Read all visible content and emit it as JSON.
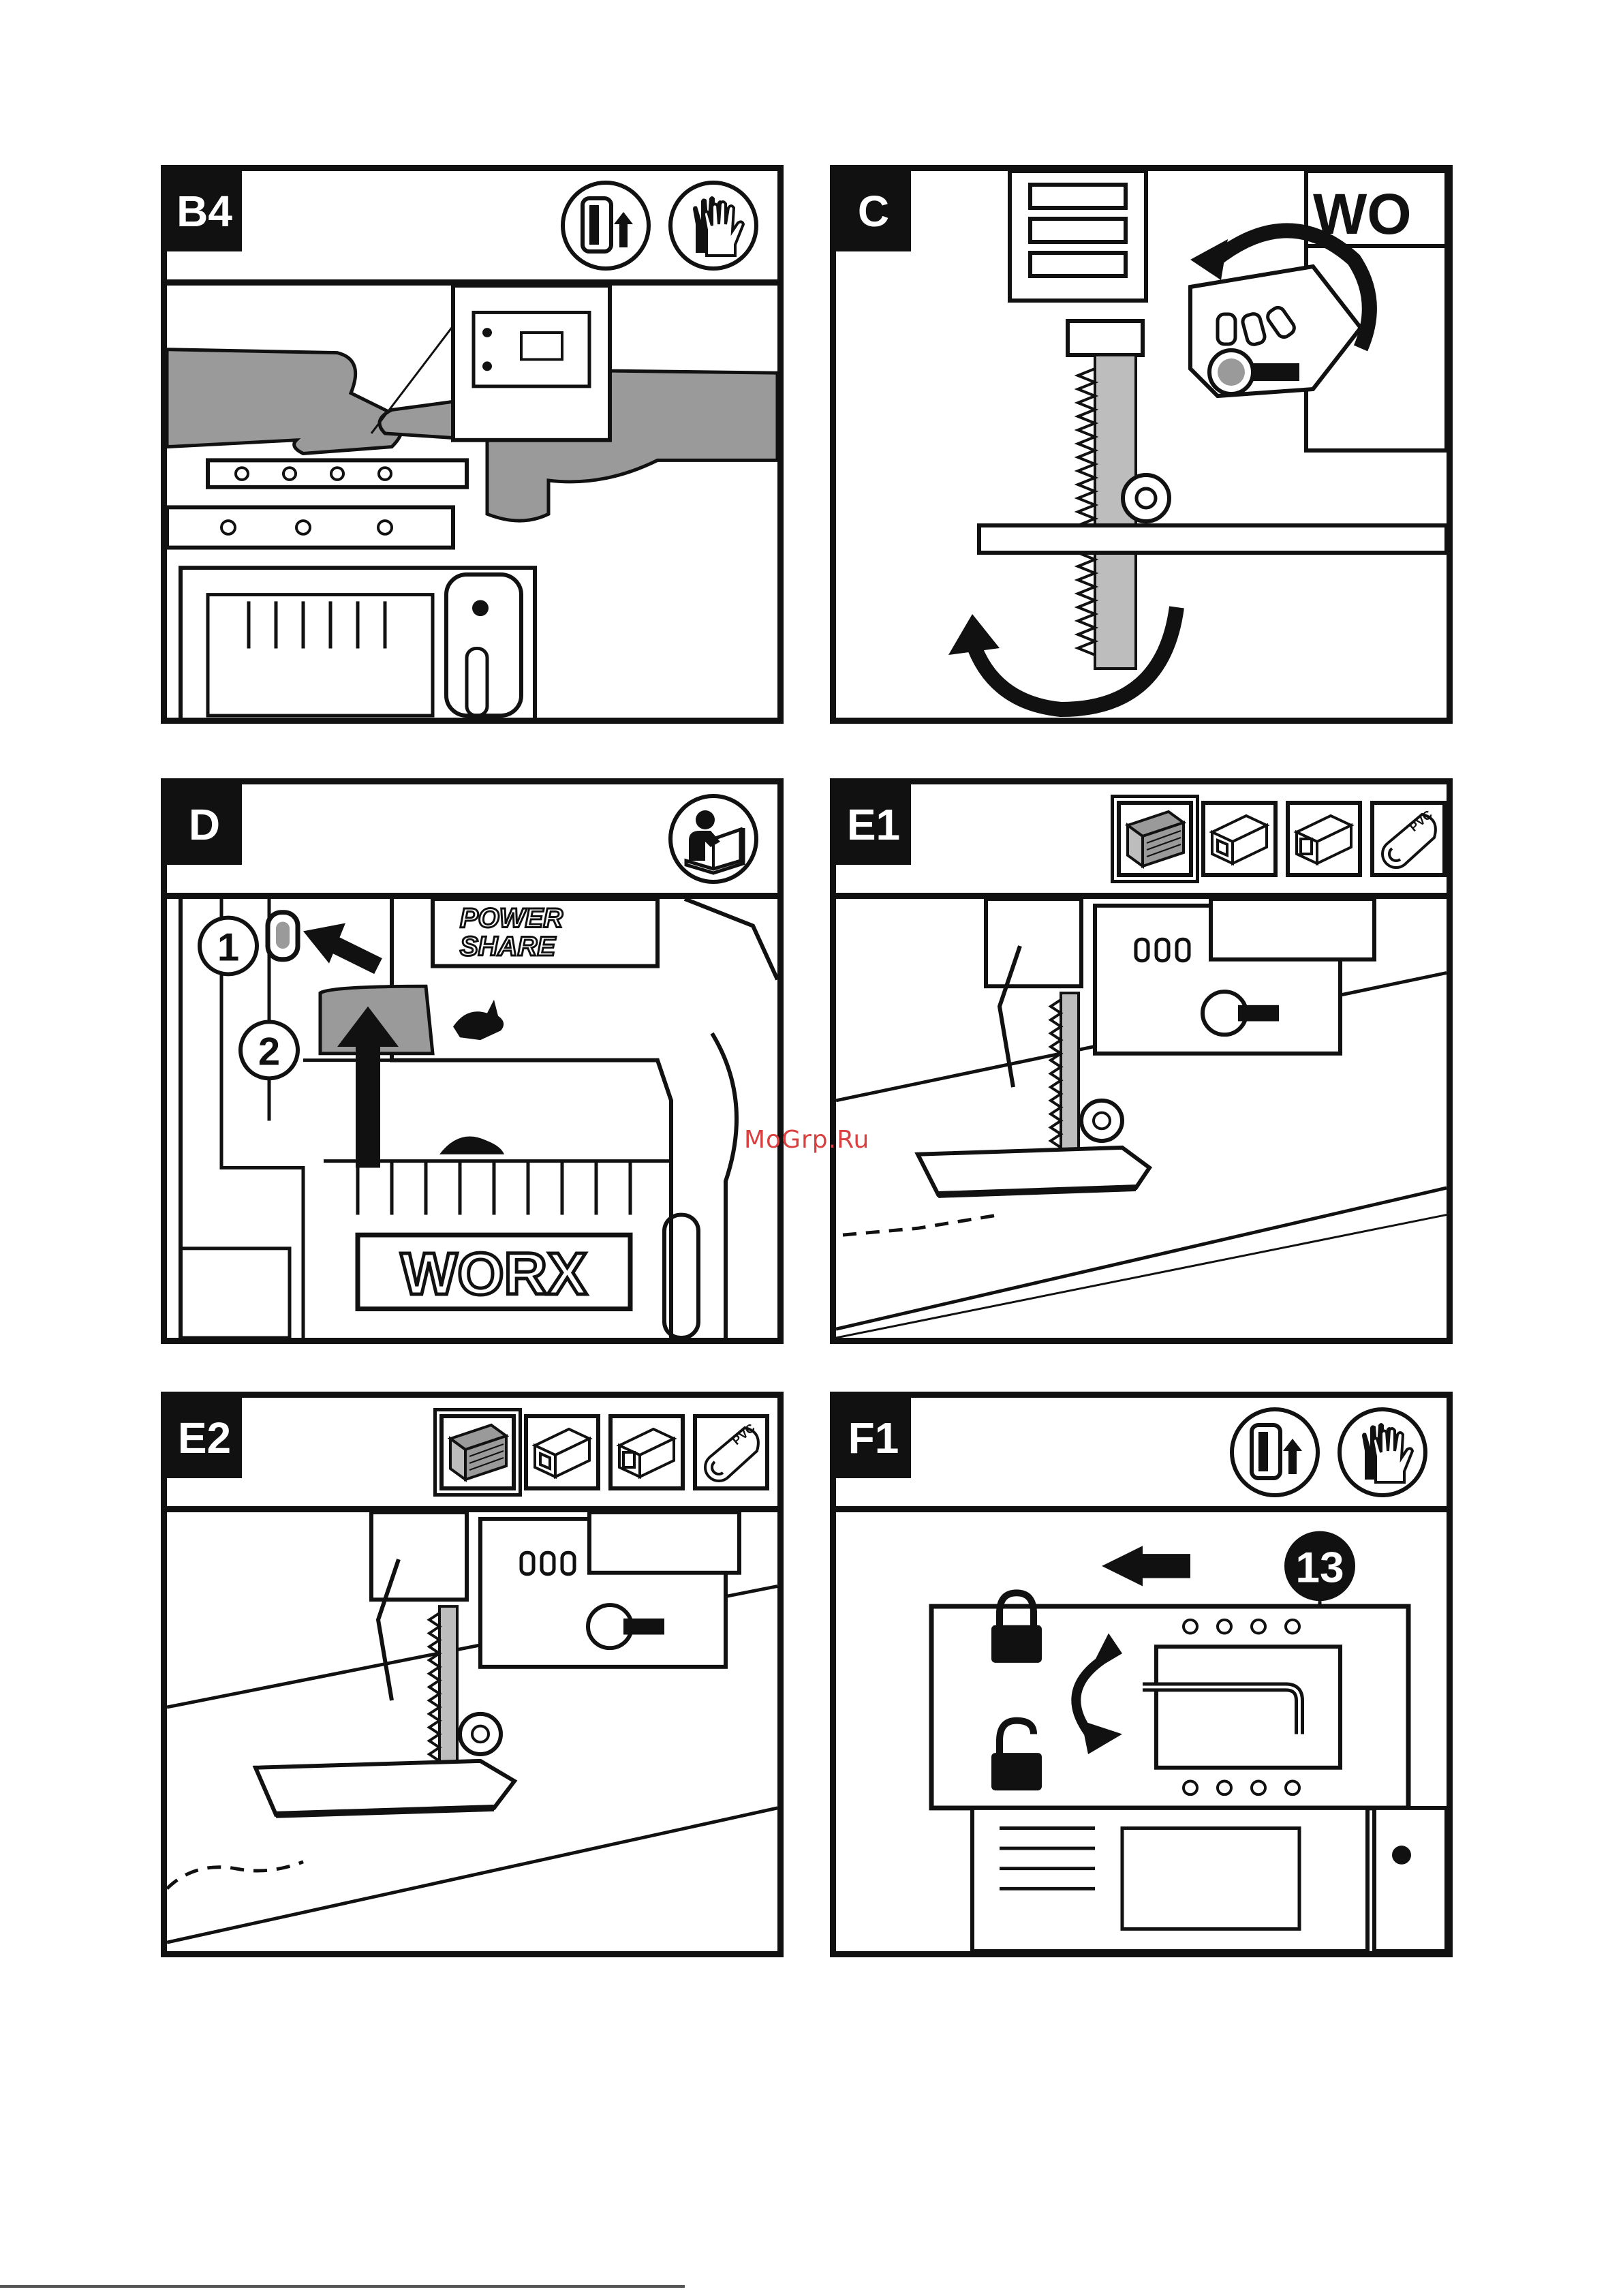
{
  "panels": {
    "b4": {
      "label": "B4"
    },
    "c": {
      "label": "C",
      "brand_fragment": "WO"
    },
    "d": {
      "label": "D",
      "callouts": [
        "1",
        "2"
      ],
      "power_share_line1": "POWER",
      "power_share_line2": "SHARE",
      "brand": "WORX"
    },
    "e1": {
      "label": "E1",
      "materials": [
        "wood",
        "aluminium-profile",
        "metal-tube",
        "PVC"
      ],
      "selected_material": "wood"
    },
    "e2": {
      "label": "E2",
      "materials": [
        "wood",
        "aluminium-profile",
        "metal-tube",
        "PVC"
      ],
      "selected_material": "wood"
    },
    "f1": {
      "label": "F1",
      "callout": "13"
    }
  },
  "icons": {
    "unplug": "battery-removal-icon",
    "gloves": "gloves-icon",
    "manual": "read-manual-icon",
    "lock": "lock-icon",
    "unlock": "unlock-icon",
    "rabbit": "fast-speed-icon",
    "turtle": "slow-speed-icon"
  },
  "watermark": "MoGrp.Ru",
  "colors": {
    "ink": "#111111",
    "hand_gray": "#9a9a9a",
    "watermark": "#d94040"
  }
}
